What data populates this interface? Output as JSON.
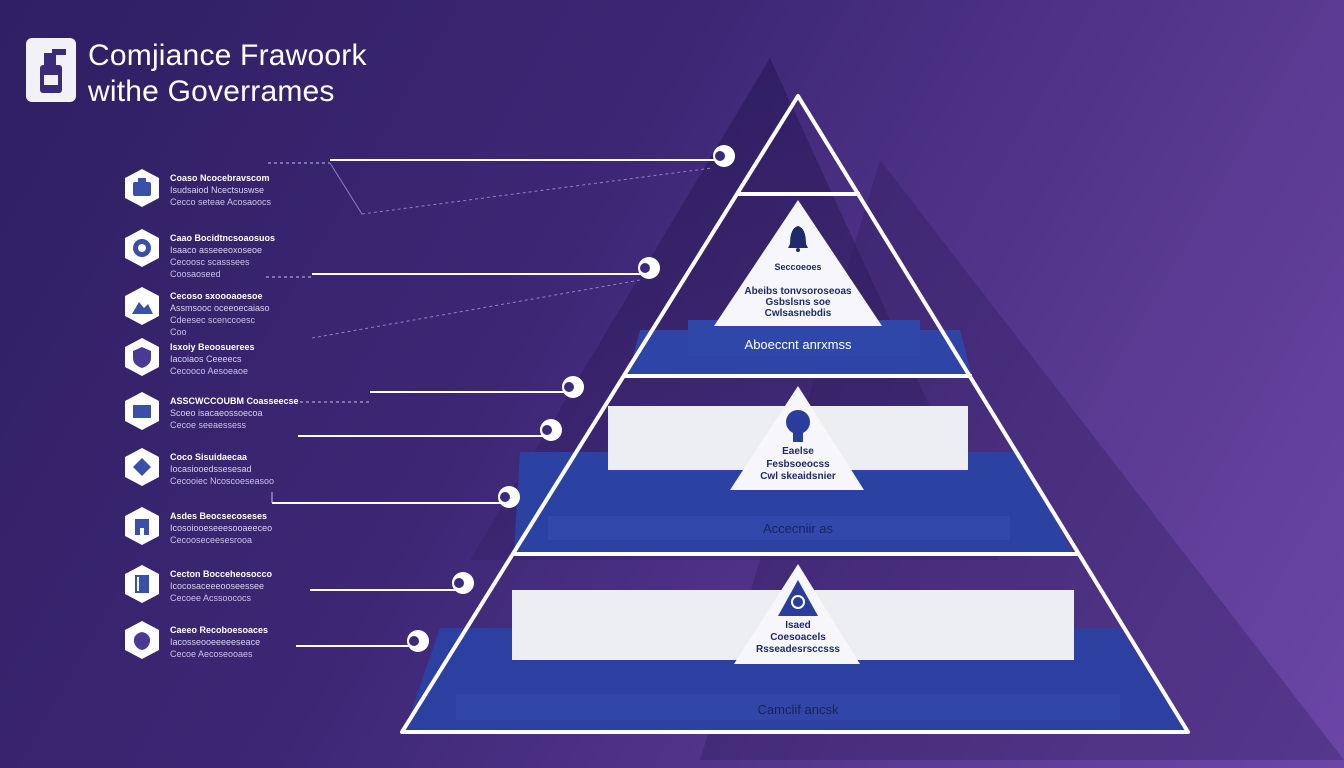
{
  "header": {
    "title_line1": "Comjiance Frawoork",
    "title_line2": "withe Goverrames",
    "logo_icon": "spray-bottle-icon"
  },
  "list_items": [
    {
      "icon": "portfolio-icon",
      "line1": "Coaso Ncocebravscom",
      "line2": "Isudsaiod Ncectsuswse",
      "line3": "Cecco seteae Acosaoocs"
    },
    {
      "icon": "target-icon",
      "line1": "Caao Bocidtncsoaosuos",
      "line2": "Isaaco asseeeoxoseoe",
      "line3": "Cecoosc scasssees",
      "line4": "Coosaoseed"
    },
    {
      "icon": "landscape-icon",
      "line1": "Cecoso sxoooaoesoe",
      "line2": "Assmsooc oceeoecaiaso",
      "line3": "Cdeesec scenccoesc",
      "line4": "Coo"
    },
    {
      "icon": "shield-icon",
      "line1": "Isxoiy Beoosuerees",
      "line2": "Iacoiaos Ceeeecs",
      "line3": "Cecooco Aesoeaoe"
    },
    {
      "icon": "folder-icon",
      "line1": "ASSCWCCOUBM Coasseecse",
      "line2": "Scoeo isacaeossoecoa",
      "line3": "Cecoe seeaessess"
    },
    {
      "icon": "chart-icon",
      "line1": "Coco Sisuidaecaa",
      "line2": "Iocasiooedssesesad",
      "line3": "Cecooiec Ncoscoeseasoo"
    },
    {
      "icon": "building-icon",
      "line1": "Asdes Beocsecoseses",
      "line2": "Icosoiooeseeesooaeeceo",
      "line3": "Cecooseceesesrooa"
    },
    {
      "icon": "book-icon",
      "line1": "Cecton Bocceheosocco",
      "line2": "Icocosaceeeooseessee",
      "line3": "Cecoee Acssoococs"
    },
    {
      "icon": "leaf-shield-icon",
      "line1": "Caeeo Recoboesoaces",
      "line2": "Iacosseooeeeeeseace",
      "line3": "Cecoe Aecoseooaes"
    }
  ],
  "pyramid": {
    "tier2": {
      "line0": "Seccoeoes",
      "line1": "Abeibs tonvsoroseoas",
      "line2": "Gsbslsns soe",
      "line3": "Cwlsasnebdis",
      "band": "Aboeccnt anrxmss",
      "icon": "bell-icon"
    },
    "tier3": {
      "line1": "Eaelse",
      "line2": "Fesbsoeocss",
      "line3": "Cwl skeaidsnier",
      "band": "Accecniir as",
      "icon": "lightbulb-icon"
    },
    "tier4": {
      "line1": "Isaed",
      "line2": "Coesoacels",
      "line3": "Rsseadesrsccsss",
      "band": "Camclif ancsk",
      "icon": "lock-icon"
    }
  },
  "colors": {
    "band_blue": "#2b3f9e",
    "band_blue_light": "#3550b4",
    "outline": "#ffffff",
    "panel": "#eceef4"
  }
}
